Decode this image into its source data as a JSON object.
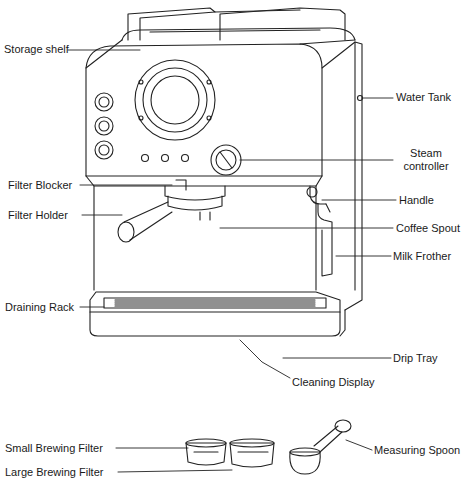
{
  "diagram": {
    "labels": [
      "Storage shelf",
      "Water Tank",
      "Steam controller",
      "Filter Blocker",
      "Handle",
      "Coffee Spout",
      "Filter Holder",
      "Milk Frother",
      "Draining Rack",
      "Drip Tray",
      "Cleaning Display",
      "Small Brewing Filter",
      "Measuring Spoon",
      "Large Brewing Filter"
    ]
  }
}
